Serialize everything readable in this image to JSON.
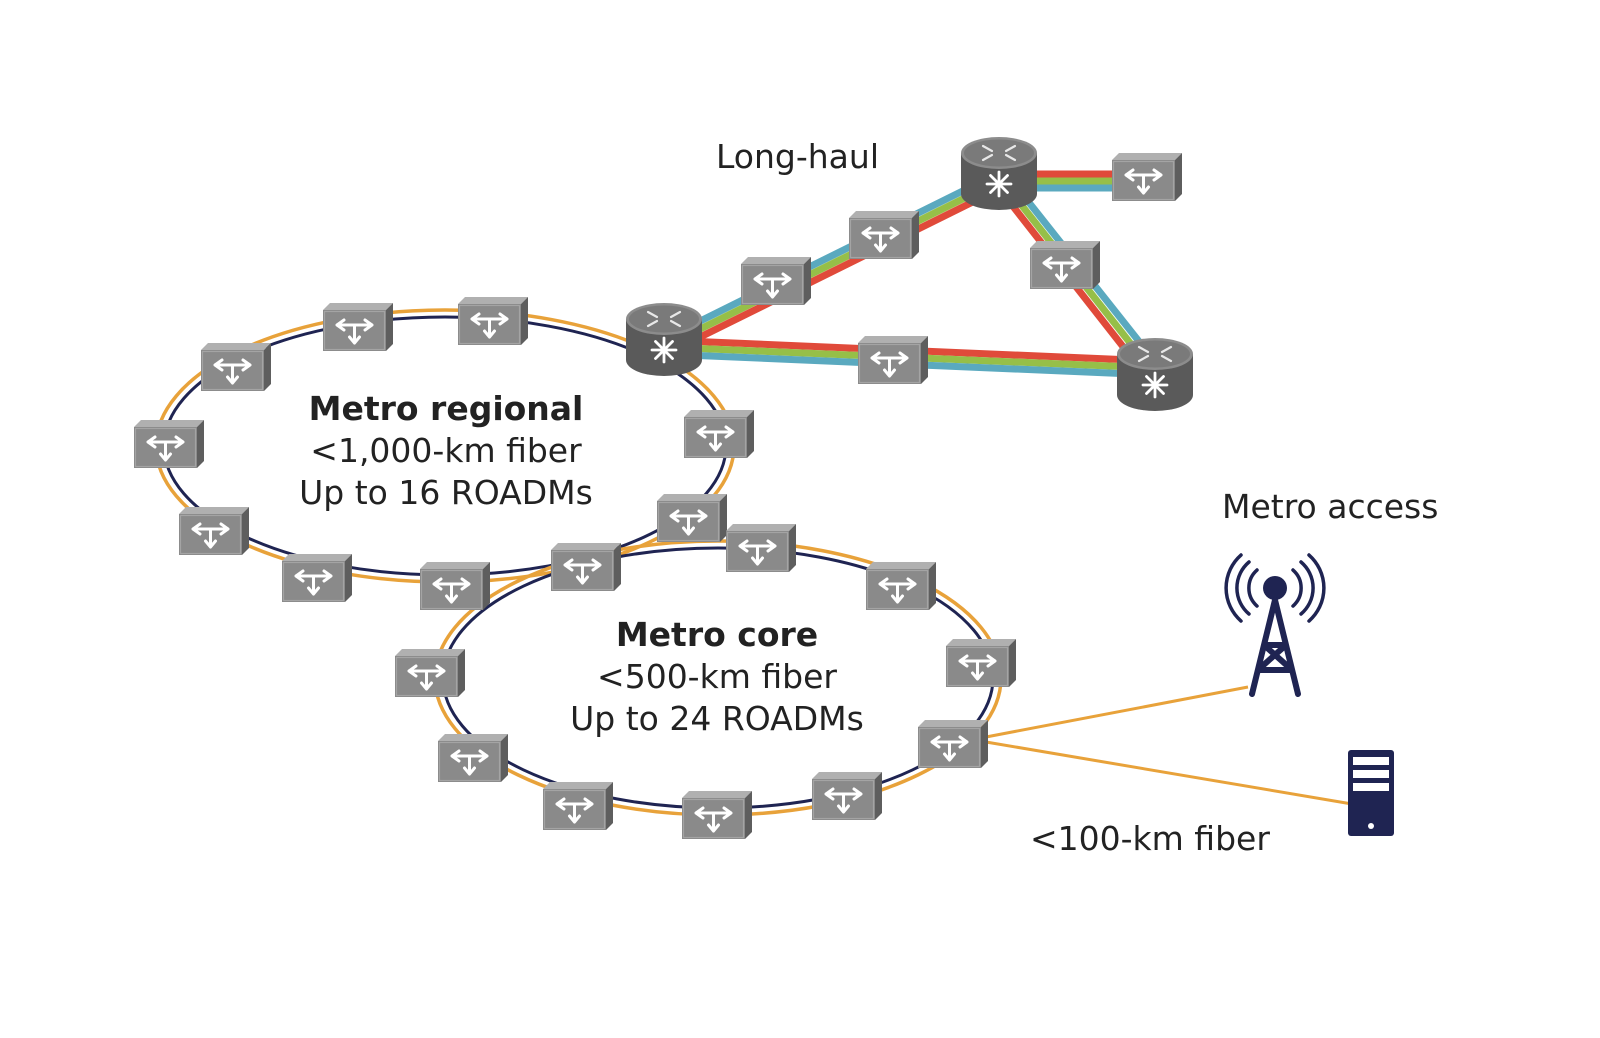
{
  "diagram": {
    "long_haul": {
      "title": "Long-haul"
    },
    "metro_regional": {
      "title": "Metro regional",
      "fiber": "<1,000-km fiber",
      "roadms": "Up to 16 ROADMs"
    },
    "metro_core": {
      "title": "Metro core",
      "fiber": "<500-km fiber",
      "roadms": "Up to 24 ROADMs"
    },
    "metro_access": {
      "title": "Metro access",
      "fiber": "<100-km fiber"
    },
    "icons": {
      "roadm": "roadm-node-icon",
      "router": "router-icon",
      "tower": "cell-tower-icon",
      "server": "server-icon"
    }
  },
  "colors": {
    "node_front": "#8a8a8a",
    "node_top": "#aaaaaa",
    "node_side": "#5e5e5e",
    "router_body": "#5a5a5a",
    "ring_orange": "#e8a23a",
    "ring_navy": "#1f2452",
    "lh_teal": "#5aa9bf",
    "lh_green": "#96bf48",
    "lh_red": "#e04a3a",
    "access_navy": "#1f2452"
  }
}
